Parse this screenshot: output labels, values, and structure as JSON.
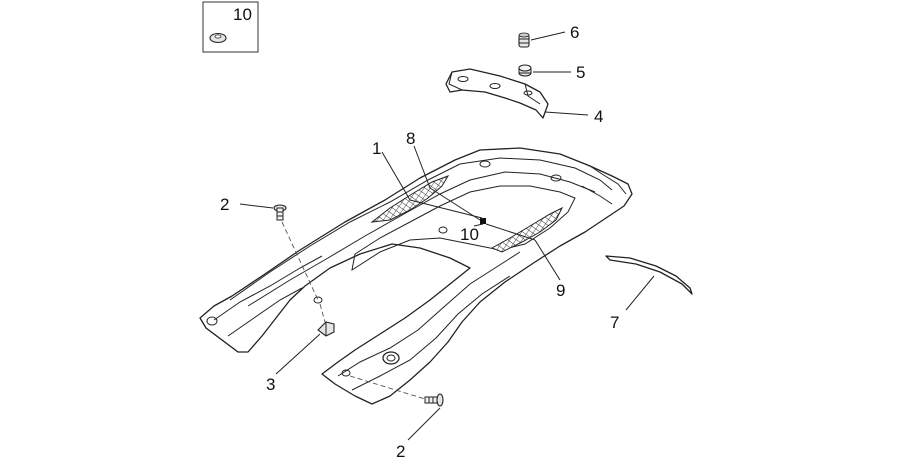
{
  "callouts": {
    "c1": "1",
    "c2a": "2",
    "c2b": "2",
    "c3": "3",
    "c4": "4",
    "c5": "5",
    "c6": "6",
    "c7": "7",
    "c8": "8",
    "c9": "9",
    "c10": "10",
    "inset_10": "10"
  }
}
